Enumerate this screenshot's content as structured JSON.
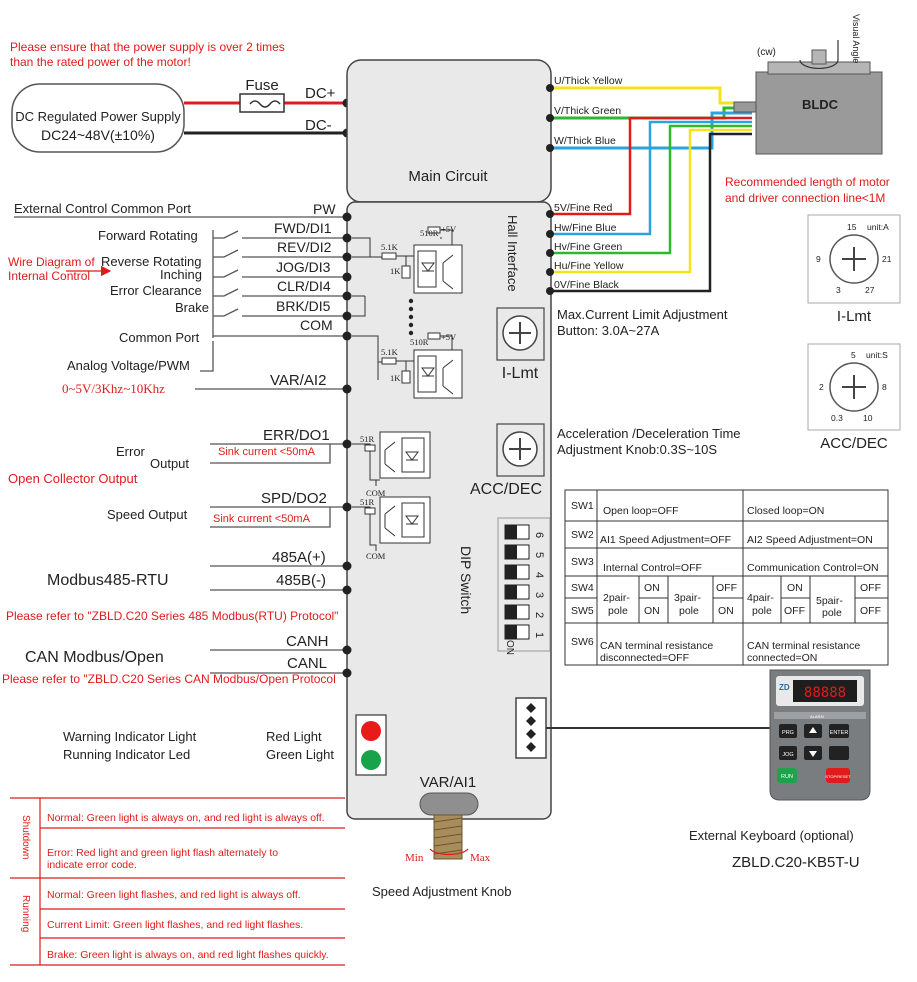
{
  "notes": {
    "power_warning_1": "Please ensure that the power supply is over 2 times",
    "power_warning_2": "than the rated power of the motor!",
    "wire_diagram_1": "Wire Diagram of",
    "wire_diagram_2": "Internal Control",
    "open_collector": "Open Collector Output",
    "modbus_protocol": "Please refer to \"ZBLD.C20 Series 485 Modbus(RTU) Protocol\"",
    "can_protocol": "Please refer to \"ZBLD.C20 Series CAN Modbus/Open Protocol",
    "motor_length_1": "Recommended length of motor",
    "motor_length_2": "and driver connection line<1M"
  },
  "power": {
    "supply_line1": "DC Regulated Power Supply",
    "supply_line2": "DC24~48V(±10%)",
    "fuse": "Fuse",
    "dc_plus": "DC+",
    "dc_minus": "DC-"
  },
  "driver": {
    "main_circuit": "Main Circuit",
    "hall_interface": "Hall Interface",
    "ilmt": "I-Lmt",
    "accdec": "ACC/DEC",
    "dip_switch": "DIP Switch",
    "var_ai1": "VAR/AI1",
    "on": "ON",
    "dip_numbers": [
      "6",
      "5",
      "4",
      "3",
      "2",
      "1"
    ],
    "r510": "510R",
    "plus5v": "+5V",
    "r51k": "5.1K",
    "r1k": "1K",
    "r51": "51R",
    "com": "COM"
  },
  "inputs": {
    "ext_common": "External Control Common Port",
    "pw": "PW",
    "forward": "Forward Rotating",
    "fwd": "FWD/DI1",
    "reverse": "Reverse Rotating",
    "rev": "REV/DI2",
    "inching": "Inching",
    "jog": "JOG/DI3",
    "error_clear": "Error Clearance",
    "clr": "CLR/DI4",
    "brake": "Brake",
    "brk": "BRK/DI5",
    "common": "Common Port",
    "com": "COM",
    "analog": "Analog Voltage/PWM",
    "var": "VAR/AI2",
    "analog_range": "0~5V/3Khz~10Khz"
  },
  "outputs": {
    "error": "Error",
    "output": "Output",
    "err": "ERR/DO1",
    "sink1": "Sink current  <50mA",
    "speed_output": "Speed Output",
    "spd": "SPD/DO2",
    "sink2": "Sink current <50mA",
    "a485": "485A(+)",
    "b485": "485B(-)",
    "modbus": "Modbus485-RTU",
    "canh": "CANH",
    "canl": "CANL",
    "can": "CAN Modbus/Open"
  },
  "motor": {
    "cw": "(cw)",
    "visual_angle": "Visual Angle",
    "bldc": "BLDC",
    "wires": [
      {
        "label": "U/Thick Yellow",
        "color": "#f4e21b"
      },
      {
        "label": "V/Thick Green",
        "color": "#2eb82e"
      },
      {
        "label": "W/Thick Blue",
        "color": "#2aa3e0"
      }
    ],
    "hall_wires": [
      {
        "label": "5V/Fine Red",
        "color": "#e01b1b"
      },
      {
        "label": "Hw/Fine Blue",
        "color": "#2aa3e0"
      },
      {
        "label": "Hv/Fine Green",
        "color": "#2eb82e"
      },
      {
        "label": "Hu/Fine Yellow",
        "color": "#f4e21b"
      },
      {
        "label": "0V/Fine Black",
        "color": "#222222"
      }
    ]
  },
  "adjust": {
    "ilmt_line1": "Max.Current Limit Adjustment",
    "ilmt_line2": "Button: 3.0A~27A",
    "acc_line1": "Acceleration /Deceleration Time",
    "acc_line2": "Adjustment Knob:0.3S~10S",
    "ilmt_dial_unit": "unit:A",
    "ilmt_dial_marks": [
      "15",
      "21",
      "27",
      "3",
      "9"
    ],
    "ilmt_dial_label": "I-Lmt",
    "acc_dial_unit": "unit:S",
    "acc_dial_marks": [
      "5",
      "8",
      "10",
      "0.3",
      "2"
    ],
    "acc_dial_label": "ACC/DEC"
  },
  "sw_table": {
    "sw1": "SW1",
    "sw1_off": "Open loop=OFF",
    "sw1_on": "Closed loop=ON",
    "sw2": "SW2",
    "sw2_off": "AI1 Speed Adjustment=OFF",
    "sw2_on": "AI2 Speed Adjustment=ON",
    "sw3": "SW3",
    "sw3_off": "Internal Control=OFF",
    "sw3_on": "Communication Control=ON",
    "sw4": "SW4",
    "sw5": "SW5",
    "on": "ON",
    "off": "OFF",
    "pair2_a": "2pair-",
    "pair2_b": "pole",
    "pair3_a": "3pair-",
    "pair3_b": "pole",
    "pair4_a": "4pair-",
    "pair4_b": "pole",
    "pair5_a": "5pair-",
    "pair5_b": "pole",
    "sw6": "SW6",
    "sw6_off_1": "CAN terminal resistance",
    "sw6_off_2": "disconnected=OFF",
    "sw6_on_1": "CAN terminal resistance",
    "sw6_on_2": "connected=ON"
  },
  "indicators": {
    "warning": "Warning Indicator Light",
    "running": "Running Indicator Led",
    "red": "Red Light",
    "green": "Green Light",
    "knob": "Speed Adjustment Knob",
    "min": "Min",
    "max": "Max"
  },
  "keyboard": {
    "brand": "ZD",
    "display": "88888",
    "prg": "PRG",
    "enter": "ENTER",
    "jog": "JOG",
    "run": "RUN",
    "stop": "STOP/RESET",
    "alarm": "ALARM",
    "label1": "External Keyboard (optional)",
    "label2": "ZBLD.C20-KB5T-U"
  },
  "status": {
    "shutdown": "Shutdown",
    "running": "Running",
    "s1": "Normal: Green light is always on, and red light is always off.",
    "s2_1": "Error: Red light and green light flash alternately to",
    "s2_2": "indicate error code.",
    "r1": "Normal: Green light flashes, and red light is always off.",
    "r2": "Current Limit: Green light flashes, and red light flashes.",
    "r3": "Brake: Green light is always on, and red light flashes quickly."
  }
}
